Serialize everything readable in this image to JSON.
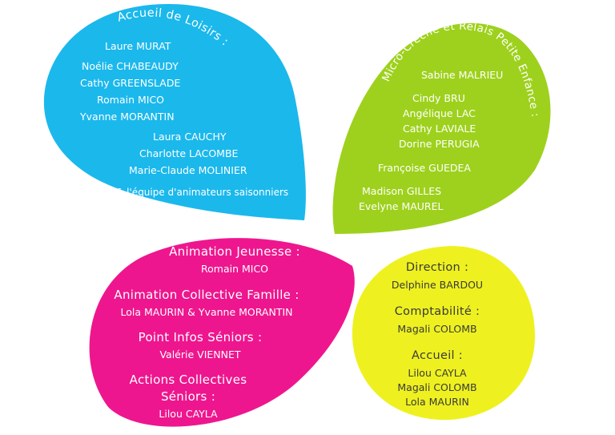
{
  "colors": {
    "blue": "#1bb8ec",
    "green": "#9ed11d",
    "pink": "#ee168e",
    "yellow": "#eef11f",
    "text_light": "#ffffff",
    "text_dark": "#3a3a3a"
  },
  "loisirs": {
    "title": "Accueil de Loisirs :",
    "members": [
      "Laure MURAT",
      "Noélie CHABEAUDY",
      "Cathy GREENSLADE",
      "Romain MICO",
      "Yvanne MORANTIN",
      "Laura CAUCHY",
      "Charlotte LACOMBE",
      "Marie-Claude MOLINIER",
      "& l'équipe d'animateurs saisonniers"
    ]
  },
  "creche": {
    "title": "Micro-Crèche et Relais Petite Enfance :",
    "members": [
      "Sabine MALRIEU",
      "Cindy BRU",
      "Angélique LAC",
      "Cathy LAVIALE",
      "Dorine PERUGIA",
      "Françoise GUEDEA",
      "Madison GILLES",
      "Evelyne MAUREL"
    ]
  },
  "animation": {
    "sections": [
      {
        "title": "Animation Jeunesse :",
        "member": "Romain MICO"
      },
      {
        "title": "Animation Collective Famille :",
        "member": "Lola MAURIN & Yvanne MORANTIN"
      },
      {
        "title": "Point Infos Séniors :",
        "member": "Valérie VIENNET"
      },
      {
        "title_line1": "Actions Collectives",
        "title_line2": "Séniors :",
        "member": "Lilou CAYLA"
      }
    ]
  },
  "direction": {
    "direction_title": "Direction :",
    "direction_member": "Delphine BARDOU",
    "compta_title": "Comptabilité :",
    "compta_member": "Magali COLOMB",
    "accueil_title": "Accueil :",
    "accueil_members": [
      "Lilou CAYLA",
      "Magali COLOMB",
      "Lola MAURIN"
    ]
  }
}
